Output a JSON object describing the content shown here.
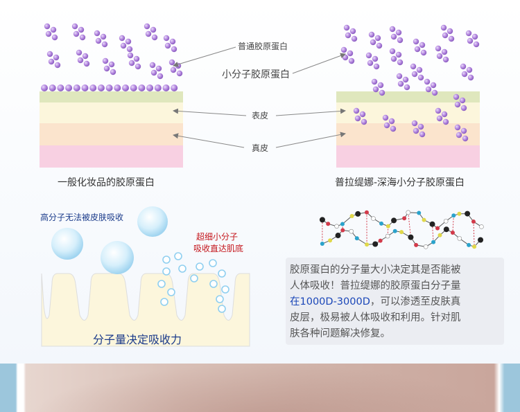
{
  "labels": {
    "ordinary_collagen": "普通胶原蛋白",
    "small_molecule_collagen": "小分子胶原蛋白",
    "epidermis": "表皮",
    "dermis": "真皮",
    "left_caption": "一般化妆品的胶原蛋白",
    "right_caption": "普拉缇娜-深海小分子胶原蛋白",
    "high_molecule_note": "高分子无法被皮肤吸收",
    "ultrafine_line1": "超细小分子",
    "ultrafine_line2": "吸收直达肌底",
    "absorption_caption": "分子量决定吸收力"
  },
  "info": {
    "line1": "胶原蛋白的分子量大小决定其是否能被",
    "line2": "人体吸收！普拉缇娜的胶原蛋白分子量",
    "line3_highlight": "在1000D-3000D",
    "line3_rest": "，可以渗透至皮肤真",
    "line4": "皮层，极易被人体吸收和利用。针对肌",
    "line5": "肤各种问题解决修复。"
  },
  "colors": {
    "molecule": "#b589e0",
    "layer_top": "#d9e2b0",
    "layer_epidermis": "#fbf4d6",
    "layer_mid": "#fbe3cb",
    "layer_bottom": "#f7cde0",
    "highlight_text": "#1a46b8",
    "red_text": "#c4161c"
  }
}
